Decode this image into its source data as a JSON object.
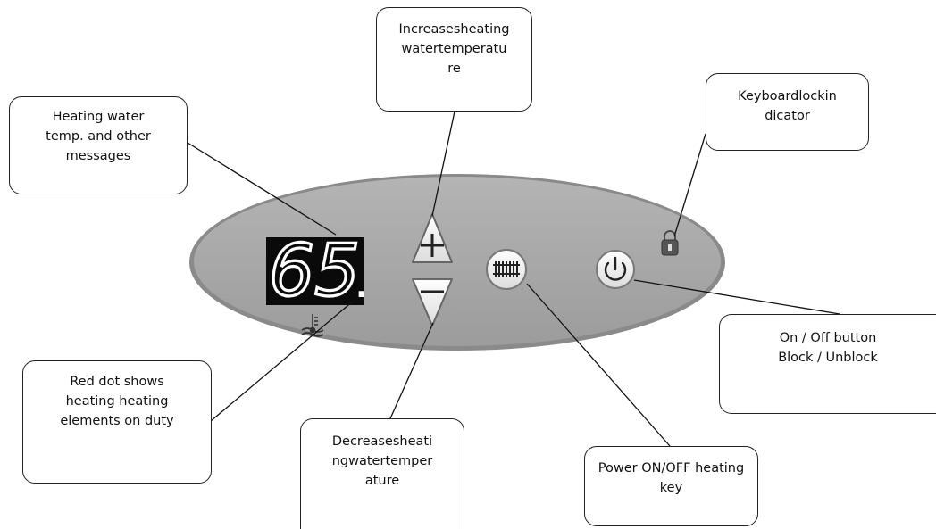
{
  "display": {
    "digits": "65",
    "dot": "."
  },
  "callouts": {
    "increase": {
      "lines": [
        "Increasesheating",
        "watertemperatu",
        "re"
      ]
    },
    "keyboard_lock": {
      "lines": [
        "Keyboardlockin",
        "dicator"
      ]
    },
    "heating_temp": {
      "lines": [
        "Heating  water",
        "temp. and other",
        "messages"
      ]
    },
    "red_dot": {
      "lines": [
        "Red dot shows",
        "heating heating",
        "elements on duty"
      ]
    },
    "decrease": {
      "lines": [
        "Decreasesheati",
        "ngwatertemper",
        "ature"
      ]
    },
    "power_heating": {
      "lines": [
        "Power ON/OFF heating",
        "key"
      ]
    },
    "on_off": {
      "lines": [
        "On / Off button",
        "Block / Unblock"
      ]
    }
  },
  "colors": {
    "panel_fill": "#a8a8a8",
    "panel_rim": "#8a8a8a",
    "display_bg": "#0a0a0a",
    "segment": "#ffffff",
    "button_face": "#f4f4f4"
  },
  "icons": {
    "plus_button": "plus-icon",
    "minus_button": "minus-icon",
    "heating_button": "radiator-icon",
    "power_button": "power-icon",
    "lock": "padlock-icon",
    "thermometer": "thermometer-icon"
  }
}
